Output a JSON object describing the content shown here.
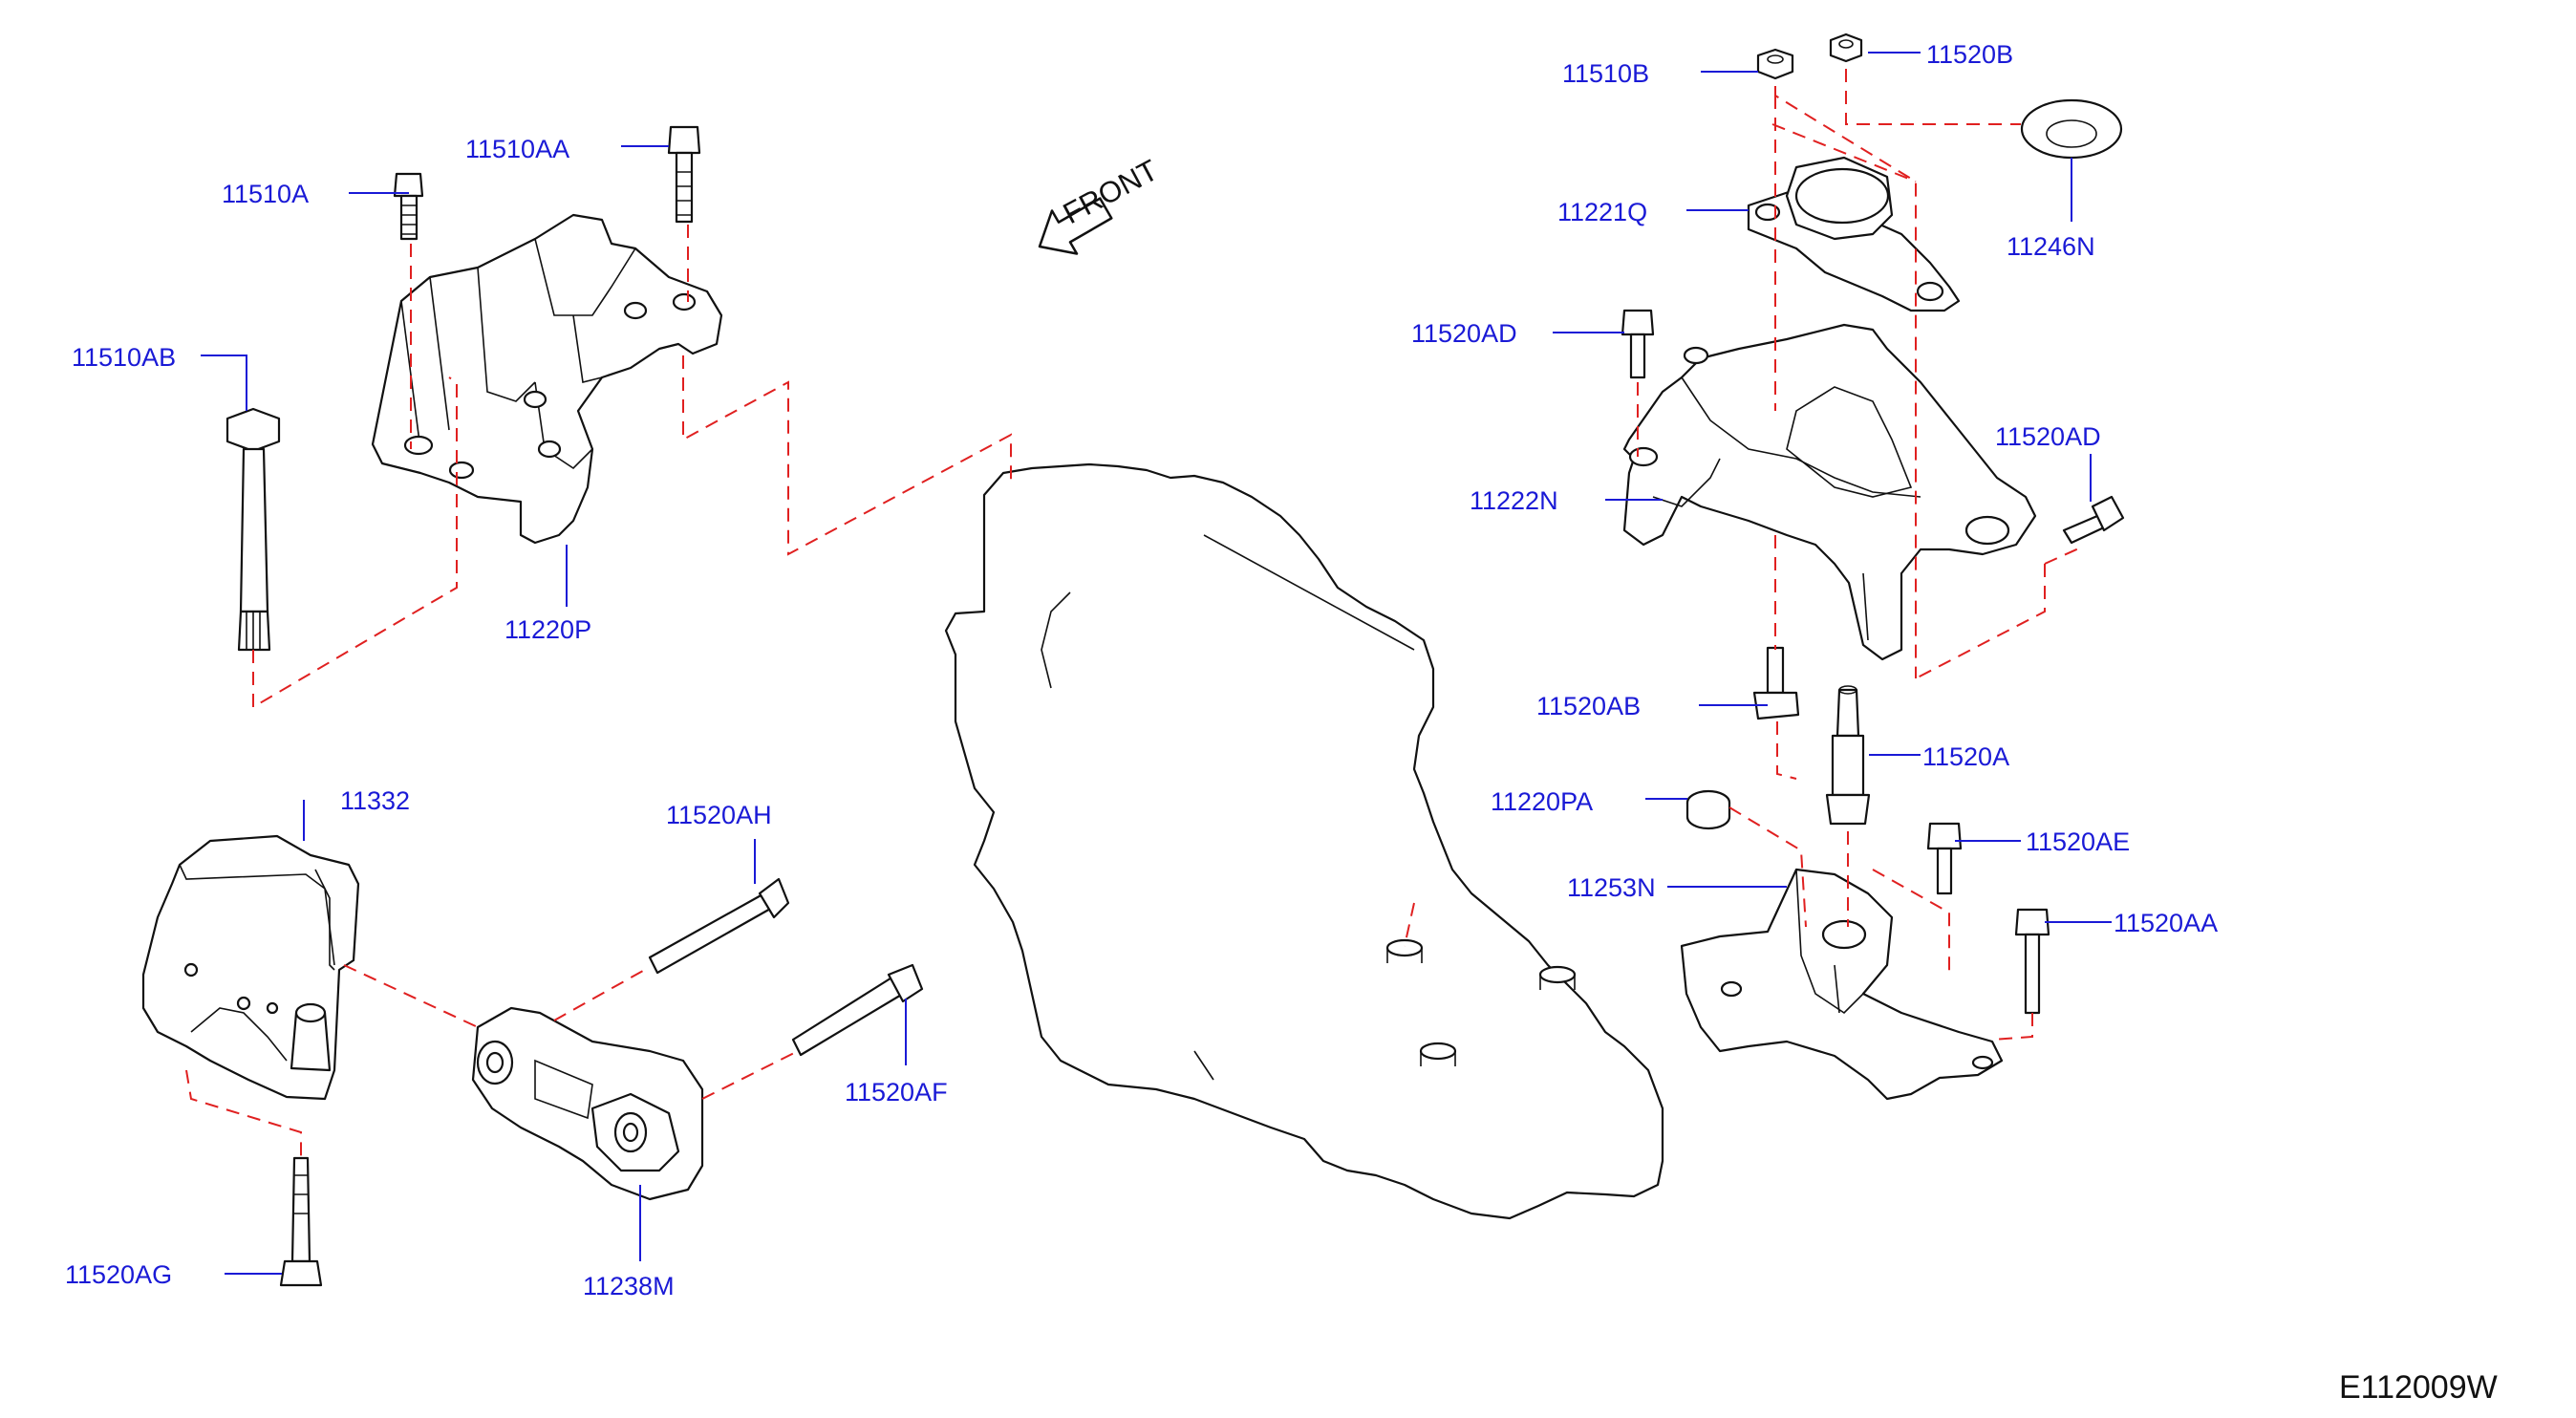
{
  "diagram": {
    "front_label": "FRONT",
    "diagram_code": "E112009W",
    "parts": {
      "p11510A": "11510A",
      "p11510AA": "11510AA",
      "p11510AB": "11510AB",
      "p11220P": "11220P",
      "p11332": "11332",
      "p11520AH": "11520AH",
      "p11520AF": "11520AF",
      "p11238M": "11238M",
      "p11520AG": "11520AG",
      "p11510B": "11510B",
      "p11520B": "11520B",
      "p11221Q": "11221Q",
      "p11246N": "11246N",
      "p11520AD_1": "11520AD",
      "p11520AD_2": "11520AD",
      "p11222N": "11222N",
      "p11520AB": "11520AB",
      "p11520A": "11520A",
      "p11220PA": "11220PA",
      "p11520AE": "11520AE",
      "p11253N": "11253N",
      "p11520AA": "11520AA"
    },
    "colors": {
      "label": "#1a1ad6",
      "leader": "#1a1ad6",
      "hidden_line": "#e02020",
      "outline": "#111111"
    }
  }
}
